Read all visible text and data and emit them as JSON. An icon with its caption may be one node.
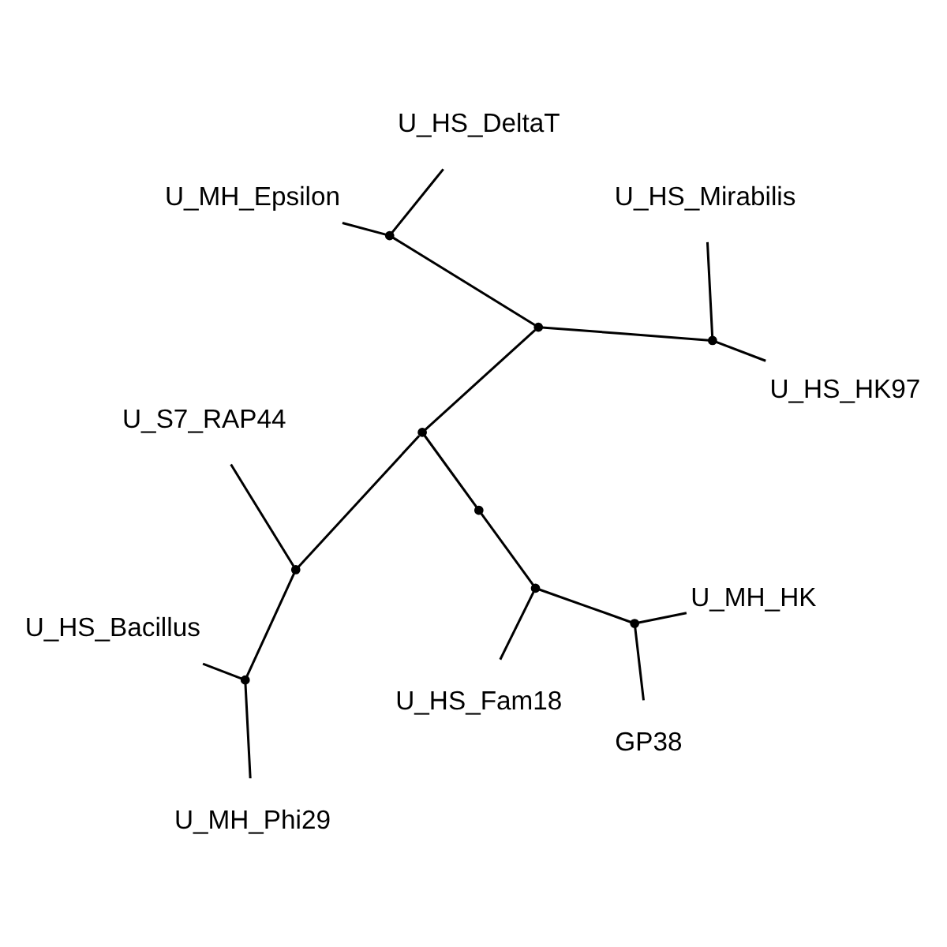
{
  "diagram": {
    "nodes": [
      {
        "text": [
          "U_HS_HK97"
        ]
      },
      {
        "text": [
          "U_HS_DeltaT"
        ]
      },
      {
        "text": [
          "U_HS_Mirabilis"
        ]
      },
      {
        "text": [
          "U_MH_Epsilon"
        ]
      },
      {
        "text": [
          "U_S7_RAP44"
        ]
      },
      {
        "text": [
          "GP38"
        ]
      },
      {
        "text": [
          "U_HS_Bacillus"
        ]
      },
      {
        "text": [
          "U_MH_HK"
        ]
      },
      {
        "text": [
          "U_MH_Phi29"
        ]
      },
      {
        "text": [
          "U_HS_Fam18"
        ]
      },
      {
        "text": [],
        "shape": "point"
      },
      {
        "text": [],
        "shape": "point"
      },
      {
        "text": [],
        "shape": "point"
      },
      {
        "text": [],
        "shape": "point"
      },
      {
        "text": [],
        "shape": "point"
      },
      {
        "text": [],
        "shape": "point"
      },
      {
        "text": [],
        "shape": "point"
      },
      {
        "text": [],
        "shape": "point"
      },
      {
        "text": [],
        "shape": "point"
      }
    ],
    "edges": [
      {
        "from": 18,
        "to": 16,
        "arrow": "none"
      },
      {
        "from": 18,
        "to": 17,
        "arrow": "none"
      },
      {
        "from": 16,
        "to": 12,
        "arrow": "none"
      },
      {
        "from": 16,
        "to": 13,
        "arrow": "none"
      },
      {
        "from": 12,
        "to": 11,
        "arrow": "none"
      },
      {
        "from": 12,
        "to": 10,
        "arrow": "none"
      },
      {
        "from": 10,
        "to": 2,
        "arrow": "none"
      },
      {
        "from": 10,
        "to": 0,
        "arrow": "none"
      },
      {
        "from": 11,
        "to": 1,
        "arrow": "none"
      },
      {
        "from": 11,
        "to": 3,
        "arrow": "none"
      },
      {
        "from": 13,
        "to": 4,
        "arrow": "none"
      },
      {
        "from": 13,
        "to": 15,
        "arrow": "none"
      },
      {
        "from": 15,
        "to": 6,
        "arrow": "none"
      },
      {
        "from": 15,
        "to": 8,
        "arrow": "none"
      },
      {
        "from": 17,
        "to": 9,
        "arrow": "none"
      },
      {
        "from": 17,
        "to": 14,
        "arrow": "none"
      },
      {
        "from": 14,
        "to": 5,
        "arrow": "none"
      },
      {
        "from": 14,
        "to": 7,
        "arrow": "none"
      }
    ]
  }
}
